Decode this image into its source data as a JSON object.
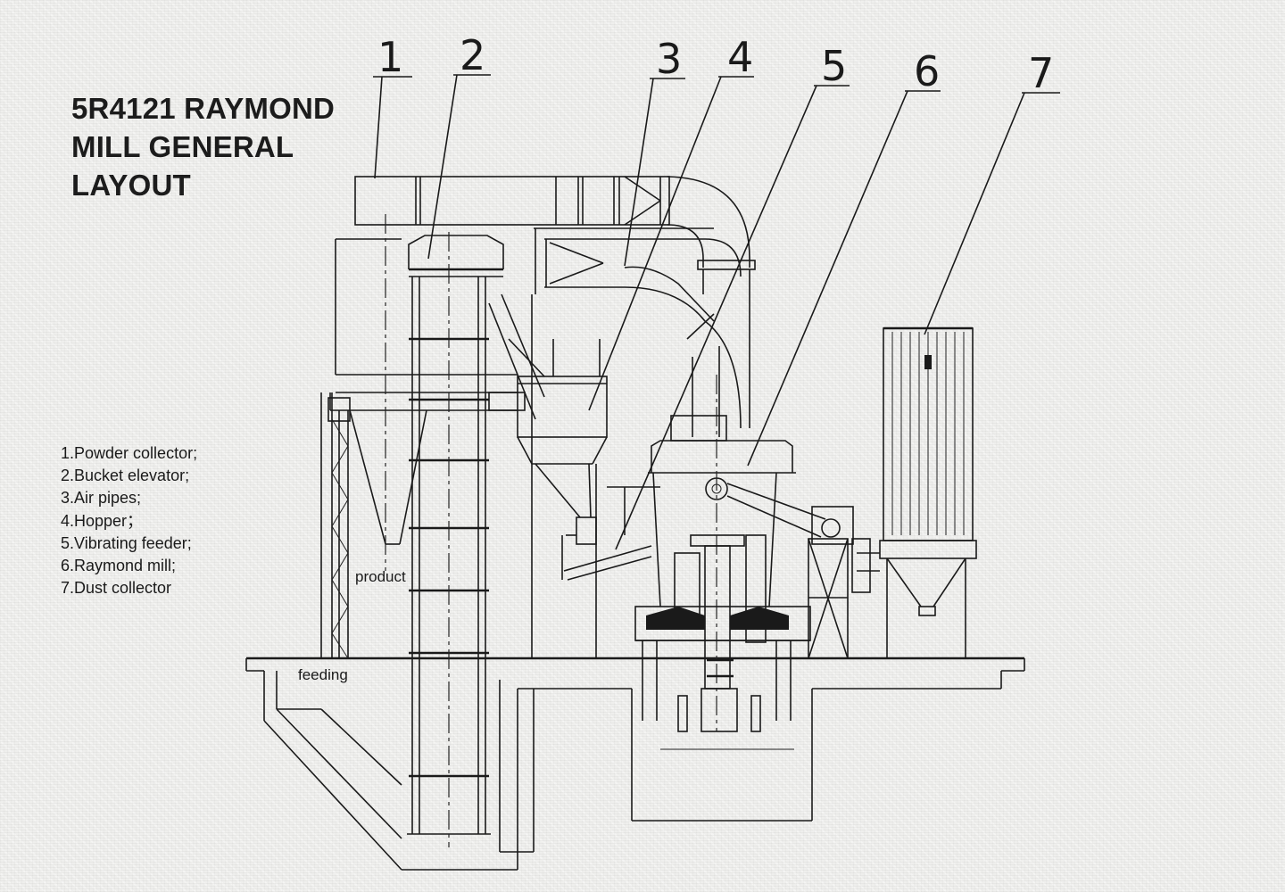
{
  "title": {
    "line1": "5R4121 RAYMOND",
    "line2": "MILL GENERAL",
    "line3": "LAYOUT"
  },
  "legend": [
    "1.Powder collector;",
    "2.Bucket elevator;",
    "3.Air pipes;",
    "4.Hopper；",
    "5.Vibrating feeder;",
    "6.Raymond mill;",
    "7.Dust collector"
  ],
  "callouts": [
    "1",
    "2",
    "3",
    "4",
    "5",
    "6",
    "7"
  ],
  "labels": {
    "product": "product",
    "feeding": "feeding"
  }
}
